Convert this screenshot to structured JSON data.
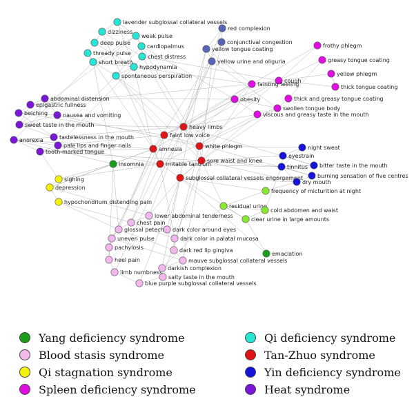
{
  "colors": {
    "yang": "#1a9e1a",
    "blood": "#f2b8ec",
    "qistag": "#f2f20a",
    "spleen": "#e00ee0",
    "qi": "#27e4d4",
    "tan": "#e01414",
    "yin": "#1414d8",
    "heat": "#7a16d6",
    "complexion": "#5566b8",
    "lime": "#88e830"
  },
  "legend": [
    {
      "label": "Yang deficiency syndrome",
      "group": "yang"
    },
    {
      "label": "Blood stasis syndrome",
      "group": "blood"
    },
    {
      "label": "Qi stagnation syndrome",
      "group": "qistag"
    },
    {
      "label": "Spleen deficiency syndrome",
      "group": "spleen"
    },
    {
      "label": "Qi deficiency syndrome",
      "group": "qi"
    },
    {
      "label": "Tan-Zhuo syndrome",
      "group": "tan"
    },
    {
      "label": "Yin deficiency syndrome",
      "group": "yin"
    },
    {
      "label": "Heat syndrome",
      "group": "heat"
    }
  ],
  "nodes": [
    {
      "id": "lavender",
      "label": "lavender subglossal collateral vessels",
      "group": "qi"
    },
    {
      "id": "dizziness",
      "label": "dizziness",
      "group": "qi"
    },
    {
      "id": "weak_pulse",
      "label": "weak pulse",
      "group": "qi"
    },
    {
      "id": "deep_pulse",
      "label": "deep pulse",
      "group": "qi"
    },
    {
      "id": "cardiopalmus",
      "label": "cardiopalmus",
      "group": "qi"
    },
    {
      "id": "thready_pulse",
      "label": "thready pulse",
      "group": "qi"
    },
    {
      "id": "chest_distress",
      "label": "chest distress",
      "group": "qi"
    },
    {
      "id": "short_breath",
      "label": "short breath",
      "group": "qi"
    },
    {
      "id": "hypodynamia",
      "label": "hypodynamia",
      "group": "qi"
    },
    {
      "id": "spontaneous",
      "label": "spontaneous perspiration",
      "group": "qi"
    },
    {
      "id": "red_complexion",
      "label": "red complexion",
      "group": "complexion"
    },
    {
      "id": "conjunctival",
      "label": "conjunctival congestion",
      "group": "complexion"
    },
    {
      "id": "yellow_tongue",
      "label": "yellow tongue coating",
      "group": "complexion"
    },
    {
      "id": "yellow_urine",
      "label": "yellow urine and oliguria",
      "group": "complexion"
    },
    {
      "id": "frothy",
      "label": "frothy phlegm",
      "group": "spleen"
    },
    {
      "id": "greasy_coating",
      "label": "greasy tongue coating",
      "group": "spleen"
    },
    {
      "id": "yellow_phlegm",
      "label": "yellow phlegm",
      "group": "spleen"
    },
    {
      "id": "cough",
      "label": "cough",
      "group": "spleen"
    },
    {
      "id": "thick_coating",
      "label": "thick tongue coating",
      "group": "spleen"
    },
    {
      "id": "fainting",
      "label": "fainting feeling",
      "group": "spleen"
    },
    {
      "id": "obesity",
      "label": "obesity",
      "group": "spleen"
    },
    {
      "id": "thick_greasy",
      "label": "thick and greasy tongue coating",
      "group": "spleen"
    },
    {
      "id": "swollen",
      "label": "swollen tongue body",
      "group": "spleen"
    },
    {
      "id": "viscous",
      "label": "viscous and greasy taste in the mouth",
      "group": "spleen"
    },
    {
      "id": "abdominal_dist",
      "label": "abdominal distension",
      "group": "heat"
    },
    {
      "id": "epigastric",
      "label": "epigastric fullness",
      "group": "heat"
    },
    {
      "id": "belching",
      "label": "belching",
      "group": "heat"
    },
    {
      "id": "nausea",
      "label": "nausea and vomiting",
      "group": "heat"
    },
    {
      "id": "sweet_taste",
      "label": "sweet taste in the mouth",
      "group": "heat"
    },
    {
      "id": "tastelessness",
      "label": "tastelessness in the mouth",
      "group": "heat"
    },
    {
      "id": "anorexia",
      "label": "anorexia",
      "group": "heat"
    },
    {
      "id": "pale_lips",
      "label": "pale lips and finger nails",
      "group": "heat"
    },
    {
      "id": "tooth_marked",
      "label": "tooth-marked tongue",
      "group": "heat"
    },
    {
      "id": "heavy_limbs",
      "label": "heavy limbs",
      "group": "tan"
    },
    {
      "id": "faint_voice",
      "label": "faint low voice",
      "group": "tan"
    },
    {
      "id": "amnesia",
      "label": "amnesia",
      "group": "tan"
    },
    {
      "id": "white_phlegm",
      "label": "white phlegm",
      "group": "tan"
    },
    {
      "id": "irritable",
      "label": "irritable tantrum",
      "group": "tan"
    },
    {
      "id": "sore_waist",
      "label": "sore waist and knee",
      "group": "tan"
    },
    {
      "id": "subglossal_eng",
      "label": "subglossal collateral vessels engorgement",
      "group": "tan"
    },
    {
      "id": "insomnia",
      "label": "insomnia",
      "group": "yang"
    },
    {
      "id": "emaciation",
      "label": "emaciation",
      "group": "yang"
    },
    {
      "id": "night_sweat",
      "label": "night sweat",
      "group": "yin"
    },
    {
      "id": "eyestrain",
      "label": "eyestrain",
      "group": "yin"
    },
    {
      "id": "bitter_taste",
      "label": "bitter taste in the mouth",
      "group": "yin"
    },
    {
      "id": "tinnitus",
      "label": "tinnitus",
      "group": "yin"
    },
    {
      "id": "burning",
      "label": "burning sensation of five centres",
      "group": "yin"
    },
    {
      "id": "dry_mouth",
      "label": "dry mouth",
      "group": "yin"
    },
    {
      "id": "sighing",
      "label": "sighing",
      "group": "qistag"
    },
    {
      "id": "depression",
      "label": "depression",
      "group": "qistag"
    },
    {
      "id": "hypochondrium",
      "label": "hypochondrium distending pain",
      "group": "qistag"
    },
    {
      "id": "freq_mict",
      "label": "frequency of micturition at night",
      "group": "lime"
    },
    {
      "id": "residual_urine",
      "label": "residual urine",
      "group": "lime"
    },
    {
      "id": "cold_abdomen",
      "label": "cold abdomen and waist",
      "group": "lime"
    },
    {
      "id": "clear_urine",
      "label": "clear urine in large amounts",
      "group": "lime"
    },
    {
      "id": "lower_abd",
      "label": "lower abdominal tenderness",
      "group": "blood"
    },
    {
      "id": "chest_pain",
      "label": "chest pain",
      "group": "blood"
    },
    {
      "id": "glossal_pet",
      "label": "glossal petechia",
      "group": "blood"
    },
    {
      "id": "dark_eyes",
      "label": "dark color around eyes",
      "group": "blood"
    },
    {
      "id": "uneven_pulse",
      "label": "uneven pulse",
      "group": "blood"
    },
    {
      "id": "palatal",
      "label": "dark color in palatal mucosa",
      "group": "blood"
    },
    {
      "id": "pachylosis",
      "label": "pachylosis",
      "group": "blood"
    },
    {
      "id": "dark_red_lip",
      "label": "dark red lip gingiva",
      "group": "blood"
    },
    {
      "id": "heel_pain",
      "label": "heel pain",
      "group": "blood"
    },
    {
      "id": "mauve",
      "label": "mauve subglossal collateral vessels",
      "group": "blood"
    },
    {
      "id": "limb_numb",
      "label": "limb numbness",
      "group": "blood"
    },
    {
      "id": "darkish",
      "label": "darkish complexion",
      "group": "blood"
    },
    {
      "id": "salty",
      "label": "salty taste in the mouth",
      "group": "blood"
    },
    {
      "id": "blue_purple",
      "label": "blue purple subglossal collateral vessels",
      "group": "blood"
    }
  ],
  "edges": [
    [
      "lavender",
      "dizziness"
    ],
    [
      "lavender",
      "weak_pulse"
    ],
    [
      "dizziness",
      "deep_pulse"
    ],
    [
      "weak_pulse",
      "cardiopalmus"
    ],
    [
      "deep_pulse",
      "thready_pulse"
    ],
    [
      "cardiopalmus",
      "chest_distress"
    ],
    [
      "thready_pulse",
      "short_breath"
    ],
    [
      "chest_distress",
      "hypodynamia"
    ],
    [
      "short_breath",
      "hypodynamia"
    ],
    [
      "hypodynamia",
      "spontaneous"
    ],
    [
      "short_breath",
      "spontaneous"
    ],
    [
      "dizziness",
      "chest_distress"
    ],
    [
      "weak_pulse",
      "short_breath"
    ],
    [
      "deep_pulse",
      "hypodynamia"
    ],
    [
      "cardiopalmus",
      "spontaneous"
    ],
    [
      "lavender",
      "hypodynamia"
    ],
    [
      "spontaneous",
      "heavy_limbs"
    ],
    [
      "spontaneous",
      "faint_voice"
    ],
    [
      "hypodynamia",
      "amnesia"
    ],
    [
      "short_breath",
      "insomnia"
    ],
    [
      "chest_distress",
      "heavy_limbs"
    ],
    [
      "dizziness",
      "irritable"
    ],
    [
      "weak_pulse",
      "white_phlegm"
    ],
    [
      "thready_pulse",
      "amnesia"
    ],
    [
      "spontaneous",
      "sore_waist"
    ],
    [
      "hypodynamia",
      "fainting"
    ],
    [
      "chest_distress",
      "cough"
    ],
    [
      "cardiopalmus",
      "obesity"
    ],
    [
      "red_complexion",
      "yellow_tongue"
    ],
    [
      "conjunctival",
      "yellow_tongue"
    ],
    [
      "yellow_tongue",
      "yellow_urine"
    ],
    [
      "red_complexion",
      "conjunctival"
    ],
    [
      "yellow_tongue",
      "heavy_limbs"
    ],
    [
      "yellow_urine",
      "irritable"
    ],
    [
      "yellow_tongue",
      "subglossal_eng"
    ],
    [
      "conjunctival",
      "white_phlegm"
    ],
    [
      "red_complexion",
      "heavy_limbs"
    ],
    [
      "yellow_urine",
      "swollen"
    ],
    [
      "yellow_tongue",
      "fainting"
    ],
    [
      "yellow_urine",
      "sore_waist"
    ],
    [
      "frothy",
      "cough"
    ],
    [
      "greasy_coating",
      "cough"
    ],
    [
      "yellow_phlegm",
      "cough"
    ],
    [
      "thick_coating",
      "cough"
    ],
    [
      "cough",
      "fainting"
    ],
    [
      "fainting",
      "obesity"
    ],
    [
      "obesity",
      "swollen"
    ],
    [
      "thick_greasy",
      "swollen"
    ],
    [
      "swollen",
      "viscous"
    ],
    [
      "obesity",
      "viscous"
    ],
    [
      "frothy",
      "fainting"
    ],
    [
      "greasy_coating",
      "thick_greasy"
    ],
    [
      "yellow_phlegm",
      "thick_coating"
    ],
    [
      "cough",
      "obesity"
    ],
    [
      "obesity",
      "heavy_limbs"
    ],
    [
      "viscous",
      "heavy_limbs"
    ],
    [
      "fainting",
      "faint_voice"
    ],
    [
      "swollen",
      "white_phlegm"
    ],
    [
      "cough",
      "amnesia"
    ],
    [
      "viscous",
      "subglossal_eng"
    ],
    [
      "obesity",
      "irritable"
    ],
    [
      "fainting",
      "sore_waist"
    ],
    [
      "abdominal_dist",
      "epigastric"
    ],
    [
      "epigastric",
      "belching"
    ],
    [
      "belching",
      "nausea"
    ],
    [
      "nausea",
      "sweet_taste"
    ],
    [
      "sweet_taste",
      "tastelessness"
    ],
    [
      "tastelessness",
      "anorexia"
    ],
    [
      "anorexia",
      "pale_lips"
    ],
    [
      "pale_lips",
      "tooth_marked"
    ],
    [
      "tooth_marked",
      "anorexia"
    ],
    [
      "abdominal_dist",
      "nausea"
    ],
    [
      "epigastric",
      "sweet_taste"
    ],
    [
      "belching",
      "tastelessness"
    ],
    [
      "tastelessness",
      "heavy_limbs"
    ],
    [
      "pale_lips",
      "faint_voice"
    ],
    [
      "tooth_marked",
      "amnesia"
    ],
    [
      "anorexia",
      "insomnia"
    ],
    [
      "sweet_taste",
      "heavy_limbs"
    ],
    [
      "nausea",
      "white_phlegm"
    ],
    [
      "epigastric",
      "fainting"
    ],
    [
      "abdominal_dist",
      "obesity"
    ],
    [
      "belching",
      "faint_voice"
    ],
    [
      "pale_lips",
      "irritable"
    ],
    [
      "tooth_marked",
      "sore_waist"
    ],
    [
      "anorexia",
      "amnesia"
    ],
    [
      "heavy_limbs",
      "faint_voice"
    ],
    [
      "faint_voice",
      "amnesia"
    ],
    [
      "amnesia",
      "irritable"
    ],
    [
      "white_phlegm",
      "sore_waist"
    ],
    [
      "irritable",
      "sore_waist"
    ],
    [
      "sore_waist",
      "subglossal_eng"
    ],
    [
      "heavy_limbs",
      "white_phlegm"
    ],
    [
      "faint_voice",
      "irritable"
    ],
    [
      "amnesia",
      "insomnia"
    ],
    [
      "irritable",
      "insomnia"
    ],
    [
      "irritable",
      "subglossal_eng"
    ],
    [
      "heavy_limbs",
      "sore_waist"
    ],
    [
      "sore_waist",
      "eyestrain"
    ],
    [
      "sore_waist",
      "tinnitus"
    ],
    [
      "irritable",
      "tinnitus"
    ],
    [
      "white_phlegm",
      "night_sweat"
    ],
    [
      "subglossal_eng",
      "dry_mouth"
    ],
    [
      "heavy_limbs",
      "bitter_taste"
    ],
    [
      "faint_voice",
      "burning"
    ],
    [
      "sore_waist",
      "dry_mouth"
    ],
    [
      "night_sweat",
      "eyestrain"
    ],
    [
      "eyestrain",
      "bitter_taste"
    ],
    [
      "eyestrain",
      "tinnitus"
    ],
    [
      "tinnitus",
      "burning"
    ],
    [
      "burning",
      "dry_mouth"
    ],
    [
      "bitter_taste",
      "tinnitus"
    ],
    [
      "night_sweat",
      "tinnitus"
    ],
    [
      "tinnitus",
      "dry_mouth"
    ],
    [
      "insomnia",
      "sighing"
    ],
    [
      "sighing",
      "depression"
    ],
    [
      "depression",
      "hypochondrium"
    ],
    [
      "insomnia",
      "depression"
    ],
    [
      "sighing",
      "irritable"
    ],
    [
      "depression",
      "amnesia"
    ],
    [
      "hypochondrium",
      "chest_pain"
    ],
    [
      "sighing",
      "tooth_marked"
    ],
    [
      "depression",
      "lower_abd"
    ],
    [
      "hypochondrium",
      "glossal_pet"
    ],
    [
      "freq_mict",
      "residual_urine"
    ],
    [
      "residual_urine",
      "cold_abdomen"
    ],
    [
      "cold_abdomen",
      "clear_urine"
    ],
    [
      "residual_urine",
      "clear_urine"
    ],
    [
      "freq_mict",
      "subglossal_eng"
    ],
    [
      "residual_urine",
      "sore_waist"
    ],
    [
      "clear_urine",
      "emaciation"
    ],
    [
      "cold_abdomen",
      "tinnitus"
    ],
    [
      "freq_mict",
      "dry_mouth"
    ],
    [
      "clear_urine",
      "subglossal_eng"
    ],
    [
      "residual_urine",
      "darkish"
    ],
    [
      "emaciation",
      "subglossal_eng"
    ],
    [
      "lower_abd",
      "chest_pain"
    ],
    [
      "chest_pain",
      "glossal_pet"
    ],
    [
      "glossal_pet",
      "uneven_pulse"
    ],
    [
      "uneven_pulse",
      "pachylosis"
    ],
    [
      "pachylosis",
      "heel_pain"
    ],
    [
      "heel_pain",
      "limb_numb"
    ],
    [
      "limb_numb",
      "blue_purple"
    ],
    [
      "dark_eyes",
      "palatal"
    ],
    [
      "palatal",
      "dark_red_lip"
    ],
    [
      "dark_red_lip",
      "mauve"
    ],
    [
      "mauve",
      "darkish"
    ],
    [
      "darkish",
      "salty"
    ],
    [
      "salty",
      "blue_purple"
    ],
    [
      "lower_abd",
      "dark_eyes"
    ],
    [
      "chest_pain",
      "palatal"
    ],
    [
      "glossal_pet",
      "dark_red_lip"
    ],
    [
      "uneven_pulse",
      "mauve"
    ],
    [
      "lower_abd",
      "subglossal_eng"
    ],
    [
      "dark_eyes",
      "subglossal_eng"
    ],
    [
      "chest_pain",
      "irritable"
    ],
    [
      "glossal_pet",
      "amnesia"
    ],
    [
      "uneven_pulse",
      "faint_voice"
    ],
    [
      "mauve",
      "sore_waist"
    ],
    [
      "darkish",
      "subglossal_eng"
    ],
    [
      "palatal",
      "irritable"
    ],
    [
      "pachylosis",
      "amnesia"
    ],
    [
      "heel_pain",
      "insomnia"
    ],
    [
      "limb_numb",
      "heavy_limbs"
    ],
    [
      "salty",
      "sore_waist"
    ],
    [
      "blue_purple",
      "subglossal_eng"
    ],
    [
      "dark_red_lip",
      "white_phlegm"
    ],
    [
      "lower_abd",
      "heavy_limbs"
    ],
    [
      "chest_pain",
      "faint_voice"
    ],
    [
      "short_breath",
      "anorexia"
    ],
    [
      "spontaneous",
      "tastelessness"
    ],
    [
      "hypodynamia",
      "pale_lips"
    ],
    [
      "weak_pulse",
      "sweet_taste"
    ],
    [
      "cough",
      "white_phlegm"
    ],
    [
      "fainting",
      "heavy_limbs"
    ],
    [
      "obesity",
      "faint_voice"
    ],
    [
      "swollen",
      "sore_waist"
    ],
    [
      "viscous",
      "irritable"
    ],
    [
      "yellow_urine",
      "heavy_limbs"
    ],
    [
      "conjunctival",
      "amnesia"
    ],
    [
      "insomnia",
      "glossal_pet"
    ]
  ]
}
